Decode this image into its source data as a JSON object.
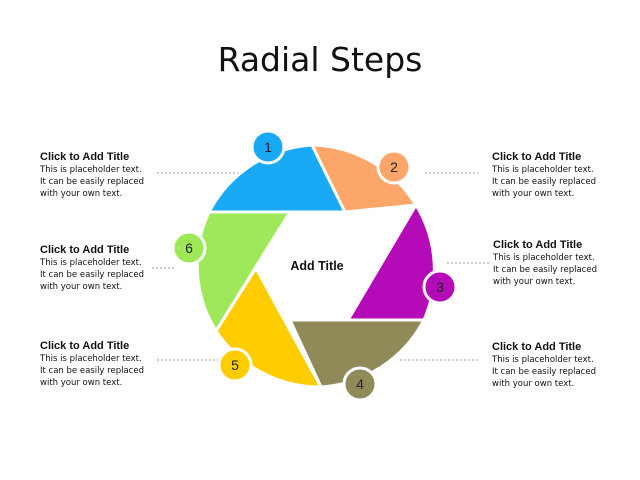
{
  "page": {
    "title": "Radial Steps"
  },
  "center": {
    "label": "Add Title"
  },
  "colors": {
    "step1": "#1aa9f4",
    "step2": "#fca66a",
    "step3": "#b40ab8",
    "step4": "#8f8a58",
    "step5": "#ffcc00",
    "step6": "#9ee85a",
    "connector": "#999999",
    "divider": "#ffffff"
  },
  "steps": [
    {
      "number": "1"
    },
    {
      "number": "2"
    },
    {
      "number": "3"
    },
    {
      "number": "4"
    },
    {
      "number": "5"
    },
    {
      "number": "6"
    }
  ],
  "text_blocks": [
    {
      "title": "Click to Add Title",
      "lines": [
        "This is placeholder text.",
        "It can be easily replaced",
        "with your own text."
      ]
    },
    {
      "title": "Click to Add Title",
      "lines": [
        "This is placeholder text.",
        "It can be easily replaced",
        "with your own text."
      ]
    },
    {
      "title": "Click to Add Title",
      "lines": [
        "This is placeholder text.",
        "It can be easily replaced",
        "with your own text."
      ]
    },
    {
      "title": "Click to Add Title",
      "lines": [
        "This is placeholder text.",
        "It can be easily replaced",
        "with your own text."
      ]
    },
    {
      "title": "Click to Add Title",
      "lines": [
        "This is placeholder text.",
        "It can be easily replaced",
        "with your own text."
      ]
    },
    {
      "title": "Click to Add Title",
      "lines": [
        "This is placeholder text.",
        "It can be easily replaced",
        "with your own text."
      ]
    }
  ]
}
